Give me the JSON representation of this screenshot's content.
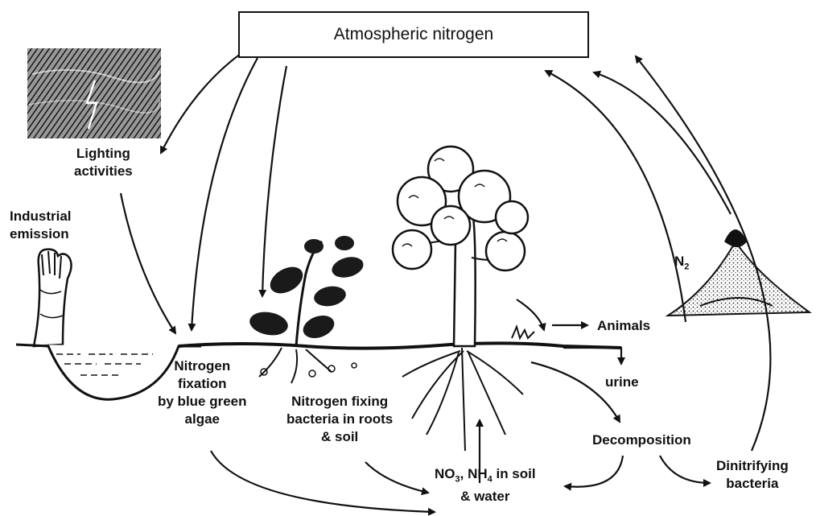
{
  "box": {
    "title": "Atmospheric nitrogen"
  },
  "labels": {
    "lighting_line1": "Lighting",
    "lighting_line2": "activities",
    "industrial_line1": "Industrial",
    "industrial_line2": "emission",
    "fixation_line1": "Nitrogen",
    "fixation_line2": "fixation",
    "fixation_line3": "by blue green",
    "fixation_line4": "algae",
    "bacteria_line1": "Nitrogen fixing",
    "bacteria_line2": "bacteria in roots",
    "bacteria_line3": "& soil",
    "soil_no": "NO",
    "soil_no_sub": "3",
    "soil_nh": ", NH",
    "soil_nh_sub": "4",
    "soil_rest": " in soil",
    "soil_line2": "& water",
    "animals": "Animals",
    "urine": "urine",
    "decomposition": "Decomposition",
    "denitrifying_line1": "Dinitrifying",
    "denitrifying_line2": "bacteria",
    "n2": "N",
    "n2_sub": "2"
  }
}
